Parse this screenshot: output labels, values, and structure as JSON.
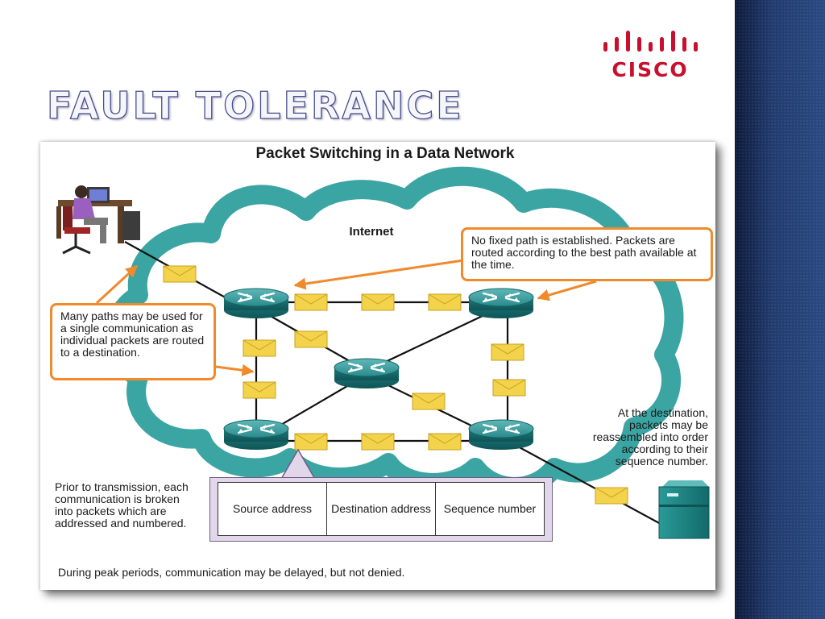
{
  "slide": {
    "title": "FAULT TOLERANCE",
    "logo_text": "CISCO"
  },
  "figure": {
    "title": "Packet Switching in a Data Network",
    "cloud_label": "Internet",
    "callouts": {
      "no_fixed_path": "No fixed path is established. Packets are routed according to the best path available at the time.",
      "many_paths": "Many paths may be used for a single communication as individual packets are routed to a destination."
    },
    "notes": {
      "destination": "At the destination, packets may be reassembled into order according to their sequence number.",
      "prior": "Prior to transmission, each communication is broken into packets which are addressed and numbered.",
      "footer": "During peak periods, communication may be delayed, but not denied."
    },
    "packet_header": [
      "Source address",
      "Destination address",
      "Sequence number"
    ]
  },
  "colors": {
    "cloud": "#3ba5a3",
    "router": "#1d7a7c",
    "packet": "#f4d34c",
    "callout_border": "#f08a2c",
    "side_band": "#213b6e",
    "logo": "#c8102e",
    "header_box": "#e2d7ea"
  }
}
